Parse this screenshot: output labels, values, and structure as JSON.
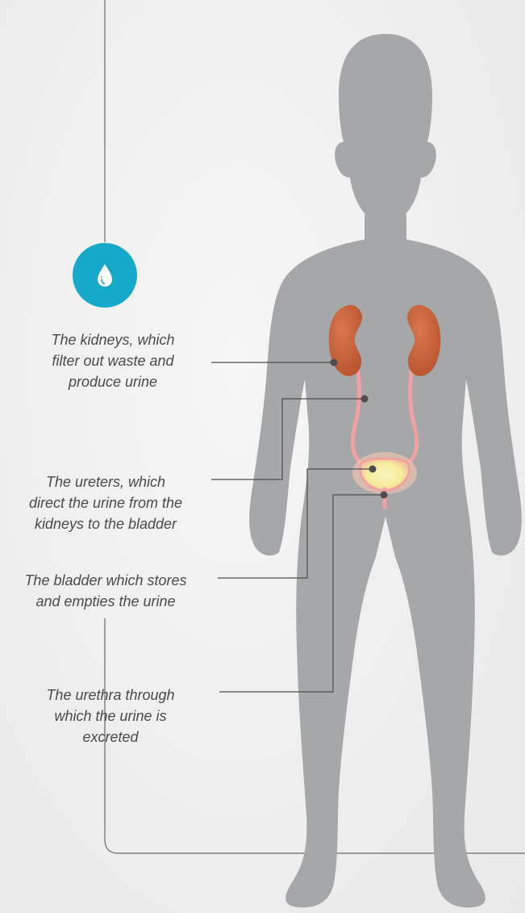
{
  "icon": {
    "name": "water-drop-icon",
    "color": "#17a9c9"
  },
  "colors": {
    "silhouette": "#a6a7a9",
    "kidney": "#c9623e",
    "ureter": "#f1a1a0",
    "bladder": "#f7f0a0",
    "leader_line": "#4d4d4d"
  },
  "labels": {
    "kidneys": "The kidneys, which\nfilter out waste and\nproduce urine",
    "ureters": "The ureters, which\ndirect the urine from the\nkidneys to the bladder",
    "bladder": "The bladder which stores\nand empties the urine",
    "urethra": "The urethra through\nwhich the urine is\nexcreted"
  }
}
